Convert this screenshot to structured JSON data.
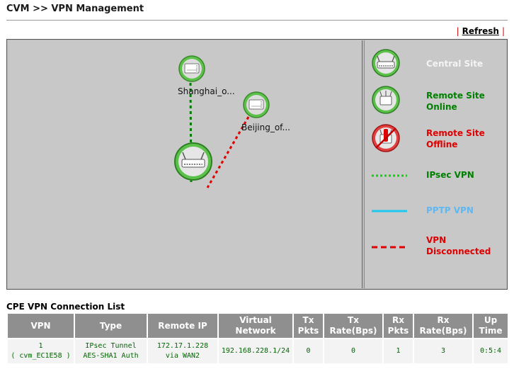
{
  "header": {
    "title": "CVM >> VPN Management",
    "refresh_label": "Refresh",
    "pipe": "|"
  },
  "topology": {
    "nodes": [
      {
        "label": "Shanghai_o..."
      },
      {
        "label": "Beijing_of..."
      }
    ],
    "link_colors": {
      "ipsec": "#008000",
      "disconnected": "#e00000"
    }
  },
  "legend": {
    "central_site": "Central Site",
    "remote_online_line1": "Remote Site",
    "remote_online_line2": "Online",
    "remote_offline_line1": "Remote Site",
    "remote_offline_line2": "Offline",
    "ipsec_vpn": "IPsec VPN",
    "pptp_vpn": "PPTP VPN",
    "vpn_disconnected_line1": "VPN",
    "vpn_disconnected_line2": "Disconnected",
    "colors": {
      "online": "#008000",
      "offline": "#e00000",
      "ipsec": "#00dd00",
      "pptp": "#1ec8f0",
      "disconnected": "#e00000"
    }
  },
  "connection_list": {
    "title": "CPE VPN Connection List",
    "columns": [
      [
        "VPN"
      ],
      [
        "Type"
      ],
      [
        "Remote IP"
      ],
      [
        "Virtual",
        "Network"
      ],
      [
        "Tx",
        "Pkts"
      ],
      [
        "Tx",
        "Rate(Bps)"
      ],
      [
        "Rx",
        "Pkts"
      ],
      [
        "Rx",
        "Rate(Bps)"
      ],
      [
        "Up",
        "Time"
      ]
    ],
    "rows": [
      {
        "vpn": [
          "1",
          "( cvm_EC1E58 )"
        ],
        "type": [
          "IPsec Tunnel",
          "AES-SHA1 Auth"
        ],
        "remote_ip": [
          "172.17.1.228",
          "via WAN2"
        ],
        "virtual_network": "192.168.228.1/24",
        "tx_pkts": "0",
        "tx_rate": "0",
        "rx_pkts": "1",
        "rx_rate": "3",
        "up_time": "0:5:4"
      }
    ]
  }
}
